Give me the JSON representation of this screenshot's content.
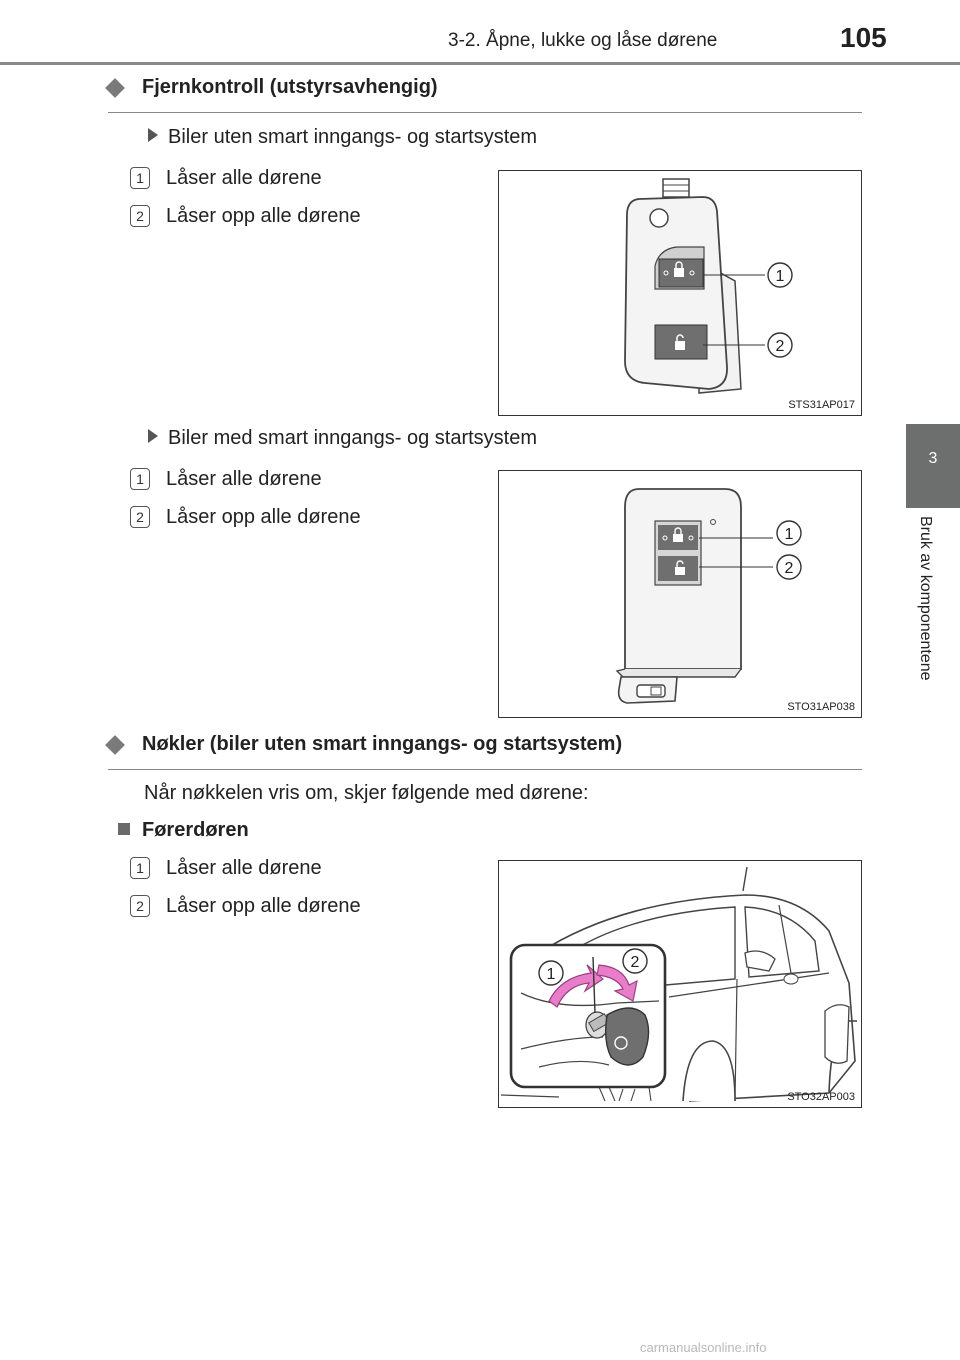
{
  "header": {
    "title": "3-2. Åpne, lukke og låse dørene",
    "page_number": "105"
  },
  "side_tab": {
    "number": "3",
    "label": "Bruk av komponentene"
  },
  "sections": [
    {
      "title": "Fjernkontroll (utstyrsavhengig)",
      "groups": [
        {
          "subtitle": "Biler uten smart inngangs- og startsystem",
          "items": [
            {
              "num": "1",
              "text": "Låser alle dørene"
            },
            {
              "num": "2",
              "text": "Låser opp alle dørene"
            }
          ],
          "figure": {
            "code": "STS31AP017",
            "callouts": [
              "1",
              "2"
            ]
          }
        },
        {
          "subtitle": "Biler med smart inngangs- og startsystem",
          "items": [
            {
              "num": "1",
              "text": "Låser alle dørene"
            },
            {
              "num": "2",
              "text": "Låser opp alle dørene"
            }
          ],
          "figure": {
            "code": "STO31AP038",
            "callouts": [
              "1",
              "2"
            ]
          }
        }
      ]
    },
    {
      "title": "Nøkler (biler uten smart inngangs- og startsystem)",
      "intro": "Når nøkkelen vris om, skjer følgende med dørene:",
      "subheading": "Førerdøren",
      "items": [
        {
          "num": "1",
          "text": "Låser alle dørene"
        },
        {
          "num": "2",
          "text": "Låser opp alle dørene"
        }
      ],
      "figure": {
        "code": "STO32AP003",
        "callouts": [
          "1",
          "2"
        ]
      }
    }
  ],
  "watermark": "carmanualsonline.info",
  "colors": {
    "header_rule": "#8a8a8a",
    "side_tab": "#6d6f6e",
    "arrow_pink": "#e87ec9"
  }
}
